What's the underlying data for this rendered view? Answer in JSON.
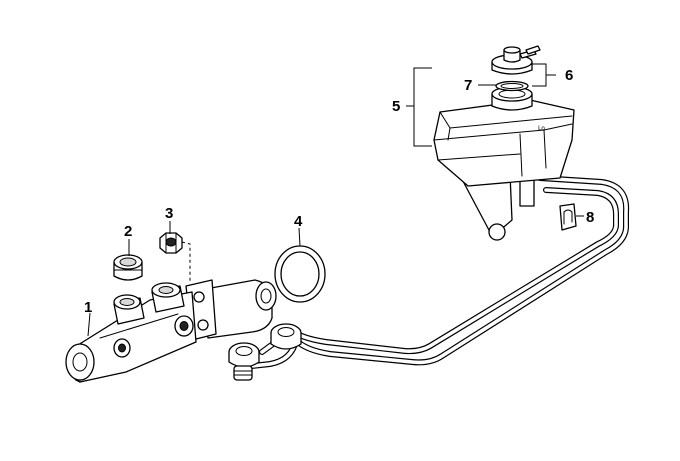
{
  "callouts": {
    "c1": "1",
    "c2": "2",
    "c3": "3",
    "c4": "4",
    "c5": "5",
    "c6": "6",
    "c7": "7",
    "c8": "8"
  },
  "reservoir_mark": "Lo"
}
